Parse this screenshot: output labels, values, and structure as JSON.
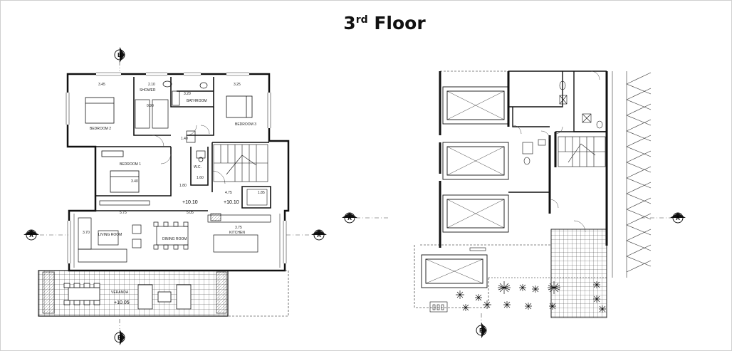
{
  "title": {
    "main": "3",
    "sup": "rd",
    "suffix": "Floor"
  },
  "left_plan": {
    "rooms": {
      "bedroom2": "BEDROOM 2",
      "bedroom3": "BEDROOM 3",
      "bedroom1": "BEDROOM 1",
      "shower": "SHOWER",
      "bathroom": "BATHROOM",
      "wc": "W.C.",
      "living": "LIVING ROOM",
      "dining": "DINING ROOM",
      "kitchen": "KITCHEN",
      "veranda": "VERANDA"
    },
    "levels": {
      "hall": "+10.10",
      "stair": "+10.10",
      "veranda": "+10.05"
    },
    "dims": {
      "d1": "3.45",
      "d2": "2.10",
      "d3": "3.25",
      "d4": "1.40",
      "d5": "3.40",
      "d6": "5.75",
      "d7": "5.05",
      "d8": "3.75",
      "d9": "4.75",
      "d10": "1.85",
      "d11": "1.60",
      "d12": "1.80",
      "d13": "3.20",
      "d14": "3.70",
      "d15": "0.90"
    }
  },
  "section_markers": {
    "a": "A",
    "b": "B"
  }
}
